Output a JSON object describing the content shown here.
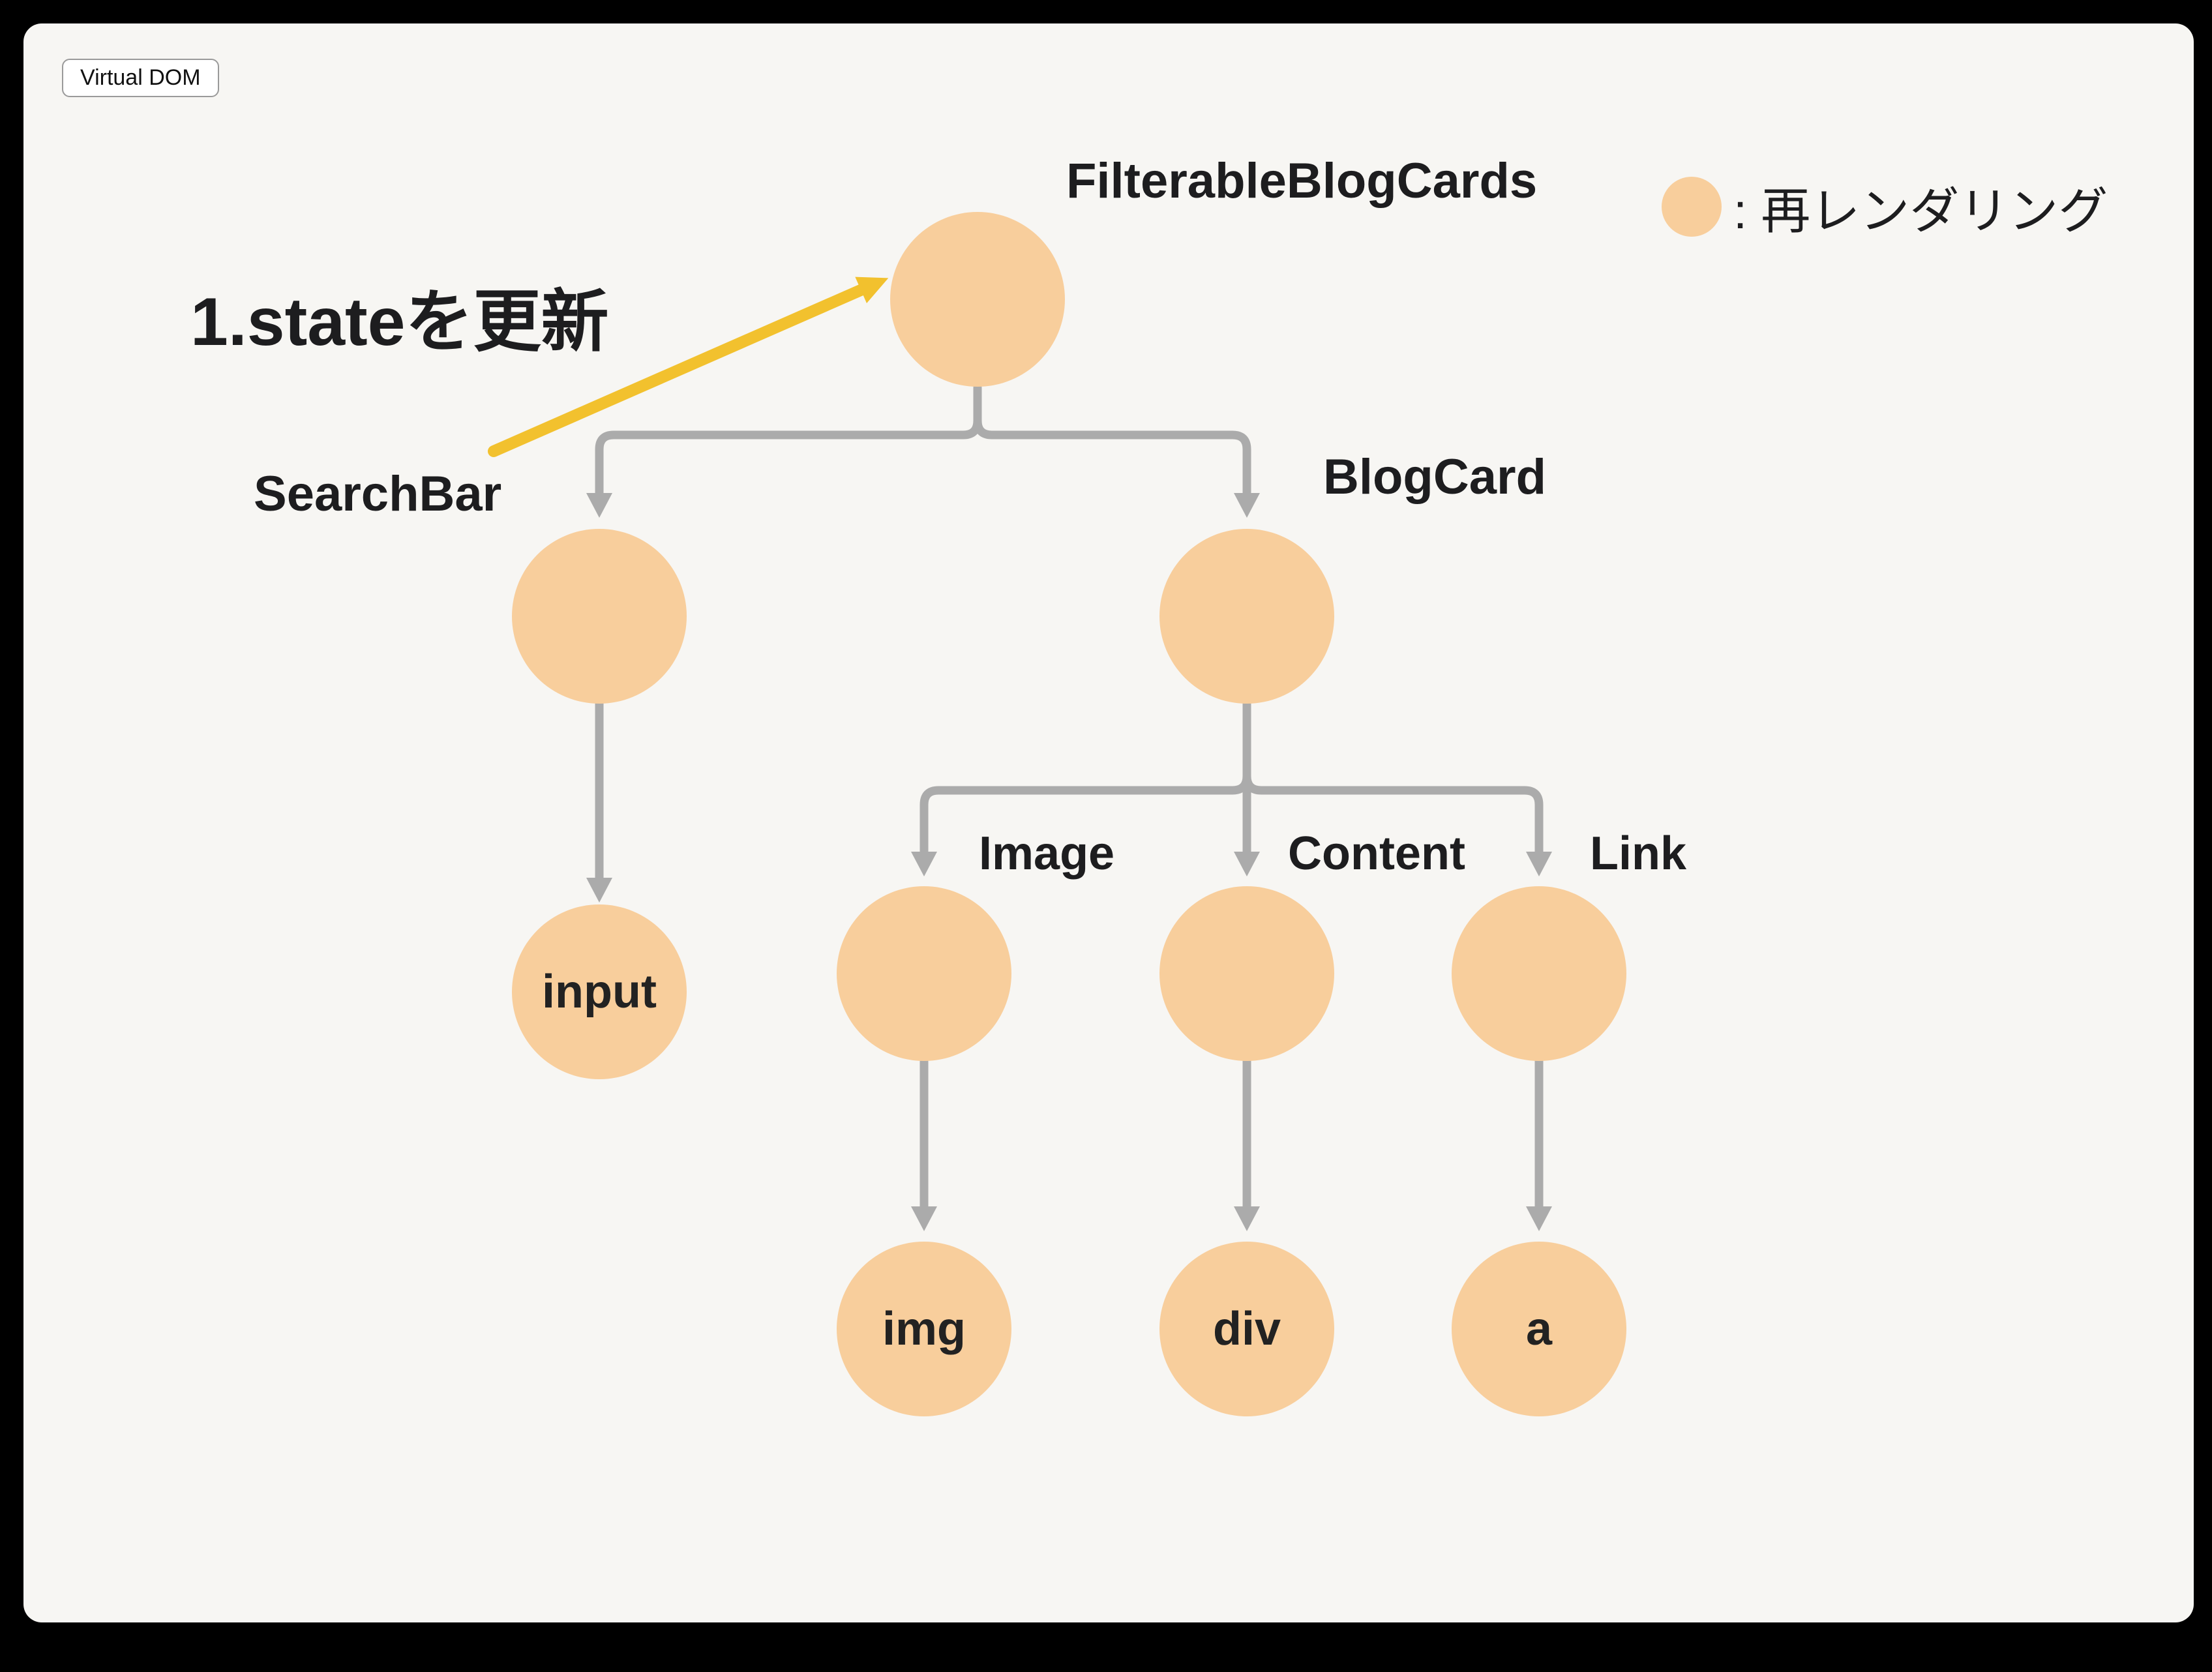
{
  "badge": {
    "label": "Virtual DOM"
  },
  "annotation": {
    "text": "1.stateを更新"
  },
  "legend": {
    "text": ": 再レンダリング"
  },
  "tree": {
    "root": {
      "label": "FilterableBlogCards"
    },
    "searchbar": {
      "label": "SearchBar"
    },
    "blogcard": {
      "label": "BlogCard"
    },
    "image": {
      "label": "Image"
    },
    "content": {
      "label": "Content"
    },
    "link": {
      "label": "Link"
    },
    "input": {
      "label": "input"
    },
    "img": {
      "label": "img"
    },
    "div": {
      "label": "div"
    },
    "a": {
      "label": "a"
    }
  },
  "colors": {
    "canvas_bg": "#000000",
    "panel_bg": "#F7F6F3",
    "node_fill": "#F8CE9C",
    "connector": "#ABABAB",
    "highlight_arrow": "#F2C12E",
    "text": "#1D1D1F"
  }
}
